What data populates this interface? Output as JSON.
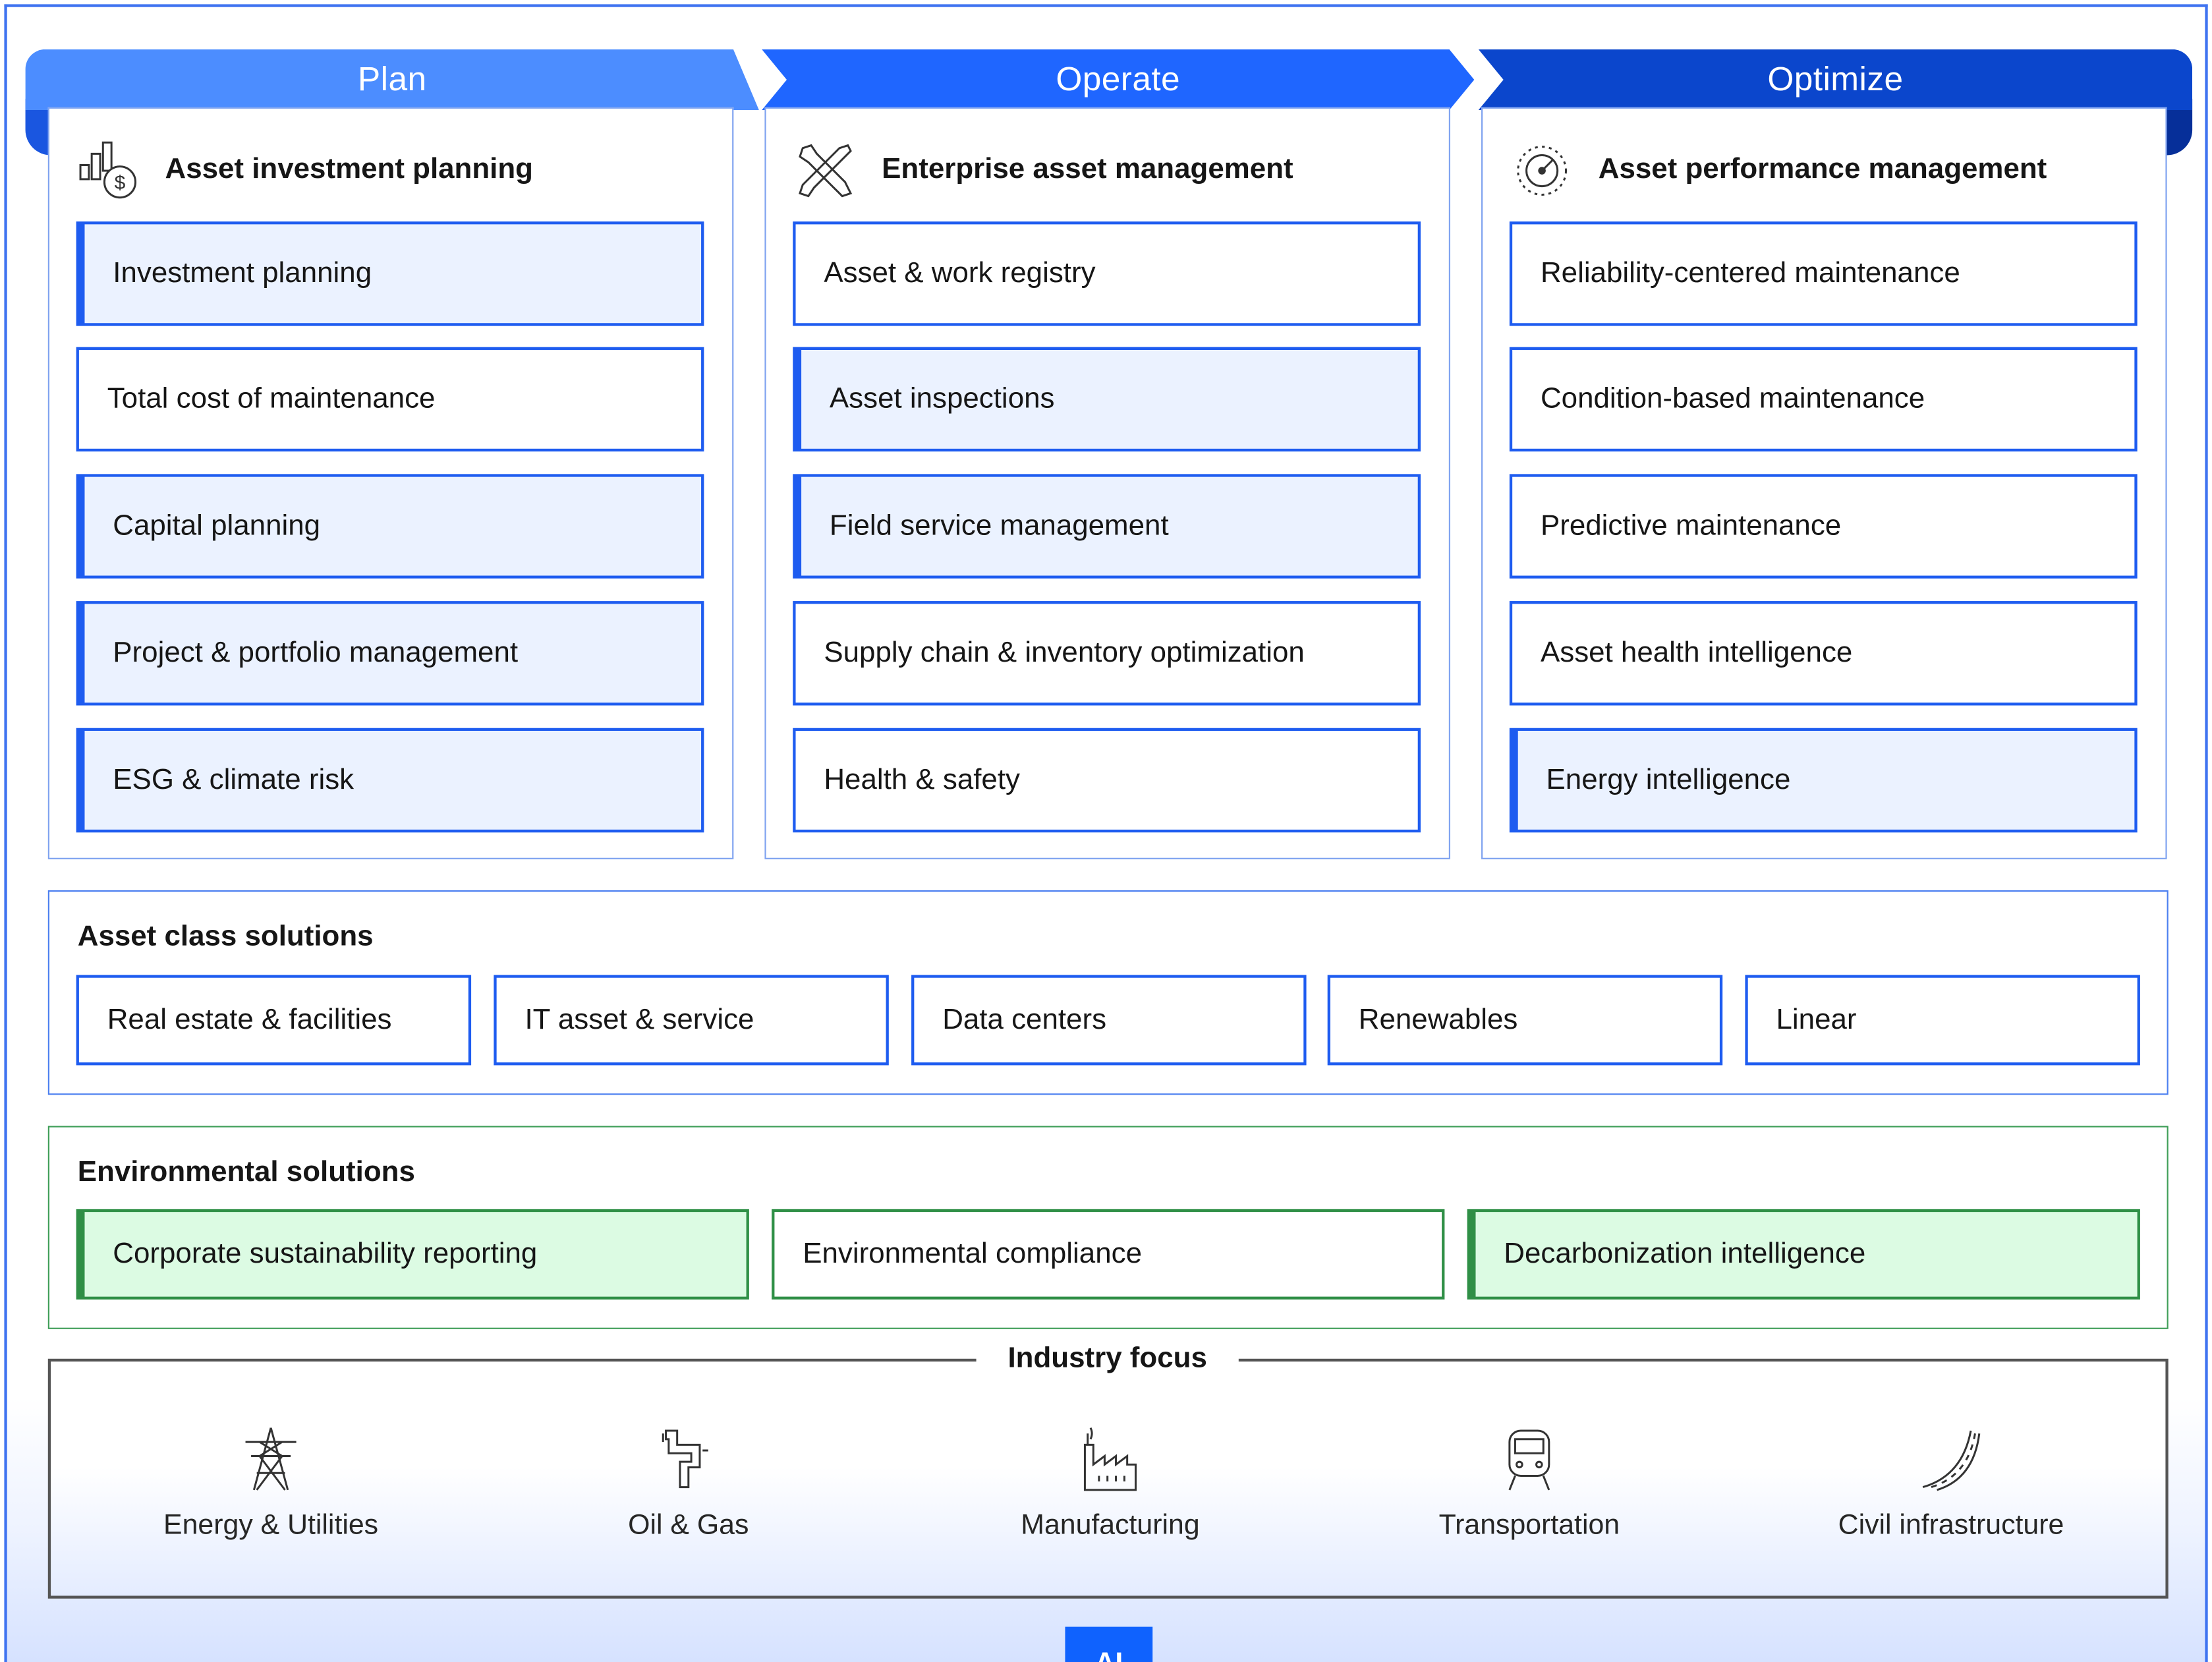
{
  "phases": [
    {
      "header": "Plan",
      "title": "Asset investment planning",
      "icon": "chart-dollar-icon",
      "items": [
        {
          "label": "Investment planning",
          "highlighted": true
        },
        {
          "label": "Total cost of maintenance",
          "highlighted": false
        },
        {
          "label": "Capital planning",
          "highlighted": true
        },
        {
          "label": "Project & portfolio management",
          "highlighted": true
        },
        {
          "label": "ESG & climate risk",
          "highlighted": true
        }
      ]
    },
    {
      "header": "Operate",
      "title": "Enterprise asset management",
      "icon": "tools-icon",
      "items": [
        {
          "label": "Asset & work registry",
          "highlighted": false
        },
        {
          "label": "Asset inspections",
          "highlighted": true
        },
        {
          "label": "Field service management",
          "highlighted": true
        },
        {
          "label": "Supply chain & inventory optimization",
          "highlighted": false
        },
        {
          "label": "Health & safety",
          "highlighted": false
        }
      ]
    },
    {
      "header": "Optimize",
      "title": "Asset performance management",
      "icon": "gauge-icon",
      "items": [
        {
          "label": "Reliability-centered maintenance",
          "highlighted": false
        },
        {
          "label": "Condition-based maintenance",
          "highlighted": false
        },
        {
          "label": "Predictive maintenance",
          "highlighted": false
        },
        {
          "label": "Asset health intelligence",
          "highlighted": false
        },
        {
          "label": "Energy intelligence",
          "highlighted": true
        }
      ]
    }
  ],
  "asset_class": {
    "title": "Asset class solutions",
    "items": [
      "Real estate & facilities",
      "IT asset & service",
      "Data centers",
      "Renewables",
      "Linear"
    ]
  },
  "environmental": {
    "title": "Environmental solutions",
    "items": [
      {
        "label": "Corporate sustainability reporting",
        "highlighted": true
      },
      {
        "label": "Environmental compliance",
        "highlighted": false
      },
      {
        "label": "Decarbonization intelligence",
        "highlighted": true
      }
    ]
  },
  "industry": {
    "title": "Industry focus",
    "items": [
      {
        "label": "Energy & Utilities",
        "icon": "power-tower-icon"
      },
      {
        "label": "Oil & Gas",
        "icon": "pipeline-icon"
      },
      {
        "label": "Manufacturing",
        "icon": "factory-icon"
      },
      {
        "label": "Transportation",
        "icon": "train-icon"
      },
      {
        "label": "Civil infrastructure",
        "icon": "road-icon"
      }
    ]
  },
  "footer_tab": "AI",
  "colors": {
    "plan": "#4c8dff",
    "operate": "#1f66ff",
    "optimize": "#0b46cc",
    "tile_border": "#1e5cf0",
    "tile_highlight": "#ebf2ff",
    "green_border": "#2f8f46",
    "green_highlight": "#dcfbe3"
  }
}
